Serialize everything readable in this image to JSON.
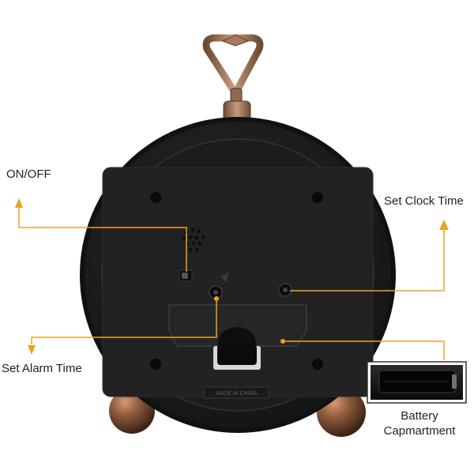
{
  "labels": {
    "on_off": "ON/OFF",
    "set_clock_time": "Set Clock Time",
    "set_alarm_time": "Set Alarm Time",
    "battery_line1": "Battery",
    "battery_line2": "Capmartment"
  },
  "stamp": {
    "made_in": "MADE IN CHINA"
  },
  "colors": {
    "callout": "#f0a020",
    "clock_body": "#1e1e1e",
    "bronze": "#8a5a3a",
    "label_text": "#222222"
  }
}
